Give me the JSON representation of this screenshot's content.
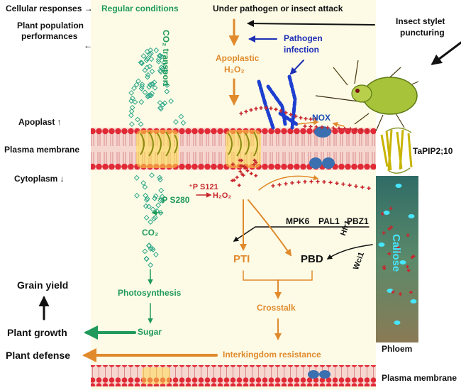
{
  "colors": {
    "green": "#1f9a5a",
    "orange": "#e08a2c",
    "blue": "#1c2fb5",
    "red": "#c8262c",
    "membrane": "#e8303a",
    "background": "#fdfbe6"
  },
  "left_labels": {
    "cellular_responses": "Cellular responses",
    "plant_population": "Plant population",
    "performances": "performances",
    "apoplast": "Apoplast ↑",
    "plasma_membrane": "Plasma membrane",
    "cytoplasm": "Cytoplasm ↓",
    "grain_yield": "Grain yield",
    "plant_growth": "Plant growth",
    "plant_defense": "Plant defense"
  },
  "regular": {
    "title": "Regular conditions",
    "co2_transport": "CO₂ transport",
    "p_s280": "⁺P S280",
    "co2": "CO₂",
    "photosynthesis": "Photosynthesis",
    "sugar": "Sugar"
  },
  "attack": {
    "title": "Under pathogen or insect attack",
    "apoplastic": "Apoplastic",
    "h2o2_apoplastic": "H₂O₂",
    "pathogen": "Pathogen",
    "infection": "infection",
    "nox": "NOX",
    "p_s121": "⁺P S121",
    "h2o2_cyto": "H₂O₂",
    "mpk6": "MPK6",
    "pal1": "PAL1",
    "pbz1": "PBZ1",
    "pti": "PTI",
    "pbd": "PBD",
    "crosstalk": "Crosstalk",
    "interkingdom": "Interkingdom resistance"
  },
  "right": {
    "insect_stylet": "Insect stylet",
    "puncturing": "puncturing",
    "tapip": "TaPIP2;10",
    "hfr1": "Hfr1",
    "wci1": "Wci1",
    "callose": "Callose",
    "phloem": "Phloem",
    "plasma_membrane_bottom": "Plasma membrane"
  }
}
